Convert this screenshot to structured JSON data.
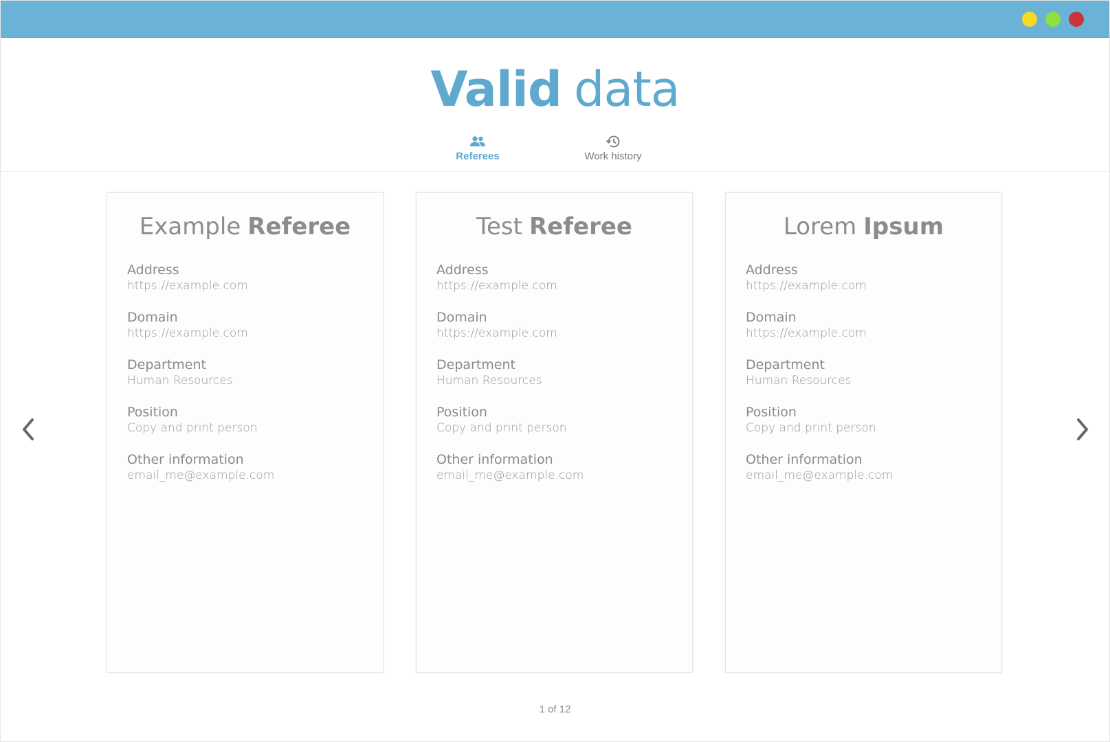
{
  "window": {
    "accent_color": "#6ab3d6",
    "controls": [
      {
        "name": "minimize",
        "color": "#f5d925"
      },
      {
        "name": "maximize",
        "color": "#8de03e"
      },
      {
        "name": "close",
        "color": "#c9353a"
      }
    ]
  },
  "header": {
    "title_bold": "Valid",
    "title_light": "data",
    "title_color": "#5fa9cf",
    "tabs": [
      {
        "label": "Referees",
        "icon": "people-icon",
        "active": true,
        "color": "#5fa9cf"
      },
      {
        "label": "Work history",
        "icon": "history-icon",
        "active": false,
        "color": "#7a7a7a"
      }
    ]
  },
  "cards": [
    {
      "first": "Example",
      "last": "Referee",
      "fields": [
        {
          "label": "Address",
          "value": "https://example.com"
        },
        {
          "label": "Domain",
          "value": "https://example.com"
        },
        {
          "label": "Department",
          "value": "Human Resources"
        },
        {
          "label": "Position",
          "value": "Copy and print person"
        },
        {
          "label": "Other information",
          "value": "email_me@example.com"
        }
      ]
    },
    {
      "first": "Test",
      "last": "Referee",
      "fields": [
        {
          "label": "Address",
          "value": "https://example.com"
        },
        {
          "label": "Domain",
          "value": "https://example.com"
        },
        {
          "label": "Department",
          "value": "Human Resources"
        },
        {
          "label": "Position",
          "value": "Copy and print person"
        },
        {
          "label": "Other information",
          "value": "email_me@example.com"
        }
      ]
    },
    {
      "first": "Lorem",
      "last": "Ipsum",
      "fields": [
        {
          "label": "Address",
          "value": "https://example.com"
        },
        {
          "label": "Domain",
          "value": "https://example.com"
        },
        {
          "label": "Department",
          "value": "Human Resources"
        },
        {
          "label": "Position",
          "value": "Copy and print person"
        },
        {
          "label": "Other information",
          "value": "email_me@example.com"
        }
      ]
    }
  ],
  "navigation": {
    "prev_icon": "chevron-left-icon",
    "next_icon": "chevron-right-icon",
    "arrow_color": "#666666"
  },
  "pager": {
    "text": "1 of 12"
  }
}
